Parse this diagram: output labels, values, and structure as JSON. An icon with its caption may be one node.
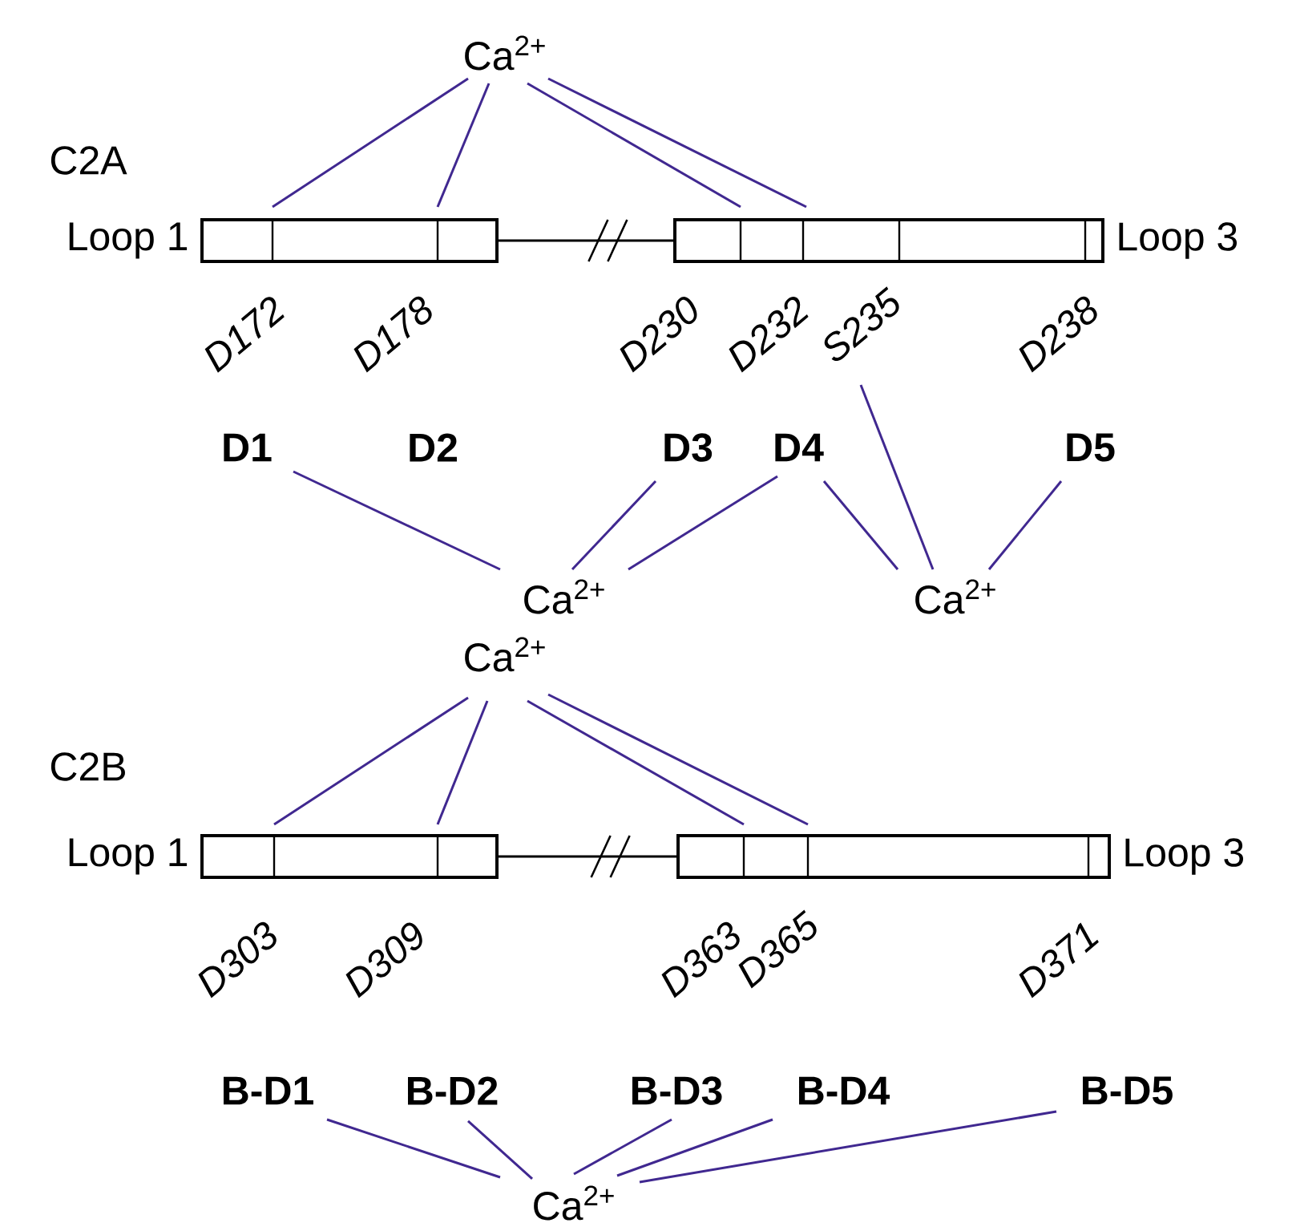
{
  "diagram": {
    "nodes": [
      {
        "text": [
          "Ca$^{2+}$"
        ]
      },
      {
        "text": [],
        "shape": "box",
        "beside": [
          "Loop 1"
        ]
      },
      {
        "text": [],
        "shape": "box",
        "beside": [
          "Loop 3"
        ]
      },
      {
        "text": [
          "D172"
        ]
      },
      {
        "text": [
          "D178"
        ]
      },
      {
        "text": [
          "D230"
        ]
      },
      {
        "text": [
          "D232"
        ]
      },
      {
        "text": [
          "S235"
        ]
      },
      {
        "text": [
          "D238"
        ]
      },
      {
        "text": [
          "D1"
        ]
      },
      {
        "text": [
          "D2"
        ]
      },
      {
        "text": [
          "D3"
        ]
      },
      {
        "text": [
          "D4"
        ]
      },
      {
        "text": [
          "D5"
        ]
      },
      {
        "text": [
          "Ca$^{2+}$"
        ]
      },
      {
        "text": [
          "Ca$^{2+}$"
        ]
      },
      {
        "text": [
          "Ca$^{2+}$"
        ]
      },
      {
        "text": [],
        "shape": "box",
        "beside": [
          "Loop 1"
        ]
      },
      {
        "text": [],
        "shape": "box",
        "beside": [
          "Loop 3"
        ]
      },
      {
        "text": [
          "D303"
        ]
      },
      {
        "text": [
          "D309"
        ]
      },
      {
        "text": [
          "D363"
        ]
      },
      {
        "text": [
          "D365"
        ]
      },
      {
        "text": [
          "D371"
        ]
      },
      {
        "text": [
          "B-D1"
        ]
      },
      {
        "text": [
          "B-D2"
        ]
      },
      {
        "text": [
          "B-D3"
        ]
      },
      {
        "text": [
          "B-D4"
        ]
      },
      {
        "text": [
          "B-D5"
        ]
      },
      {
        "text": [
          "Ca$^{2+}$"
        ]
      }
    ],
    "edges": [
      {
        "from": 0,
        "to": 1,
        "arrow": "none",
        "color": "#402890"
      },
      {
        "from": 0,
        "to": 1,
        "arrow": "none",
        "color": "#402890"
      },
      {
        "from": 0,
        "to": 2,
        "arrow": "none",
        "color": "#402890"
      },
      {
        "from": 0,
        "to": 2,
        "arrow": "none",
        "color": "#402890"
      },
      {
        "from": 1,
        "to": 2,
        "arrow": "none",
        "color": "#000000"
      },
      {
        "from": 9,
        "to": 14,
        "arrow": "none",
        "color": "#402890"
      },
      {
        "from": 11,
        "to": 14,
        "arrow": "none",
        "color": "#402890"
      },
      {
        "from": 12,
        "to": 14,
        "arrow": "none",
        "color": "#402890"
      },
      {
        "from": 12,
        "to": 15,
        "arrow": "none",
        "color": "#402890"
      },
      {
        "from": 7,
        "to": 15,
        "arrow": "none",
        "color": "#402890"
      },
      {
        "from": 13,
        "to": 15,
        "arrow": "none",
        "color": "#402890"
      },
      {
        "from": 16,
        "to": 17,
        "arrow": "none",
        "color": "#402890"
      },
      {
        "from": 16,
        "to": 17,
        "arrow": "none",
        "color": "#402890"
      },
      {
        "from": 16,
        "to": 18,
        "arrow": "none",
        "color": "#402890"
      },
      {
        "from": 16,
        "to": 18,
        "arrow": "none",
        "color": "#402890"
      },
      {
        "from": 17,
        "to": 18,
        "arrow": "none",
        "color": "#000000"
      },
      {
        "from": 24,
        "to": 29,
        "arrow": "none",
        "color": "#402890"
      },
      {
        "from": 25,
        "to": 29,
        "arrow": "none",
        "color": "#402890"
      },
      {
        "from": 26,
        "to": 29,
        "arrow": "none",
        "color": "#402890"
      },
      {
        "from": 27,
        "to": 29,
        "arrow": "none",
        "color": "#402890"
      },
      {
        "from": 28,
        "to": 29,
        "arrow": "none",
        "color": "#402890"
      }
    ],
    "labels": [
      "C2A",
      "C2B"
    ]
  }
}
